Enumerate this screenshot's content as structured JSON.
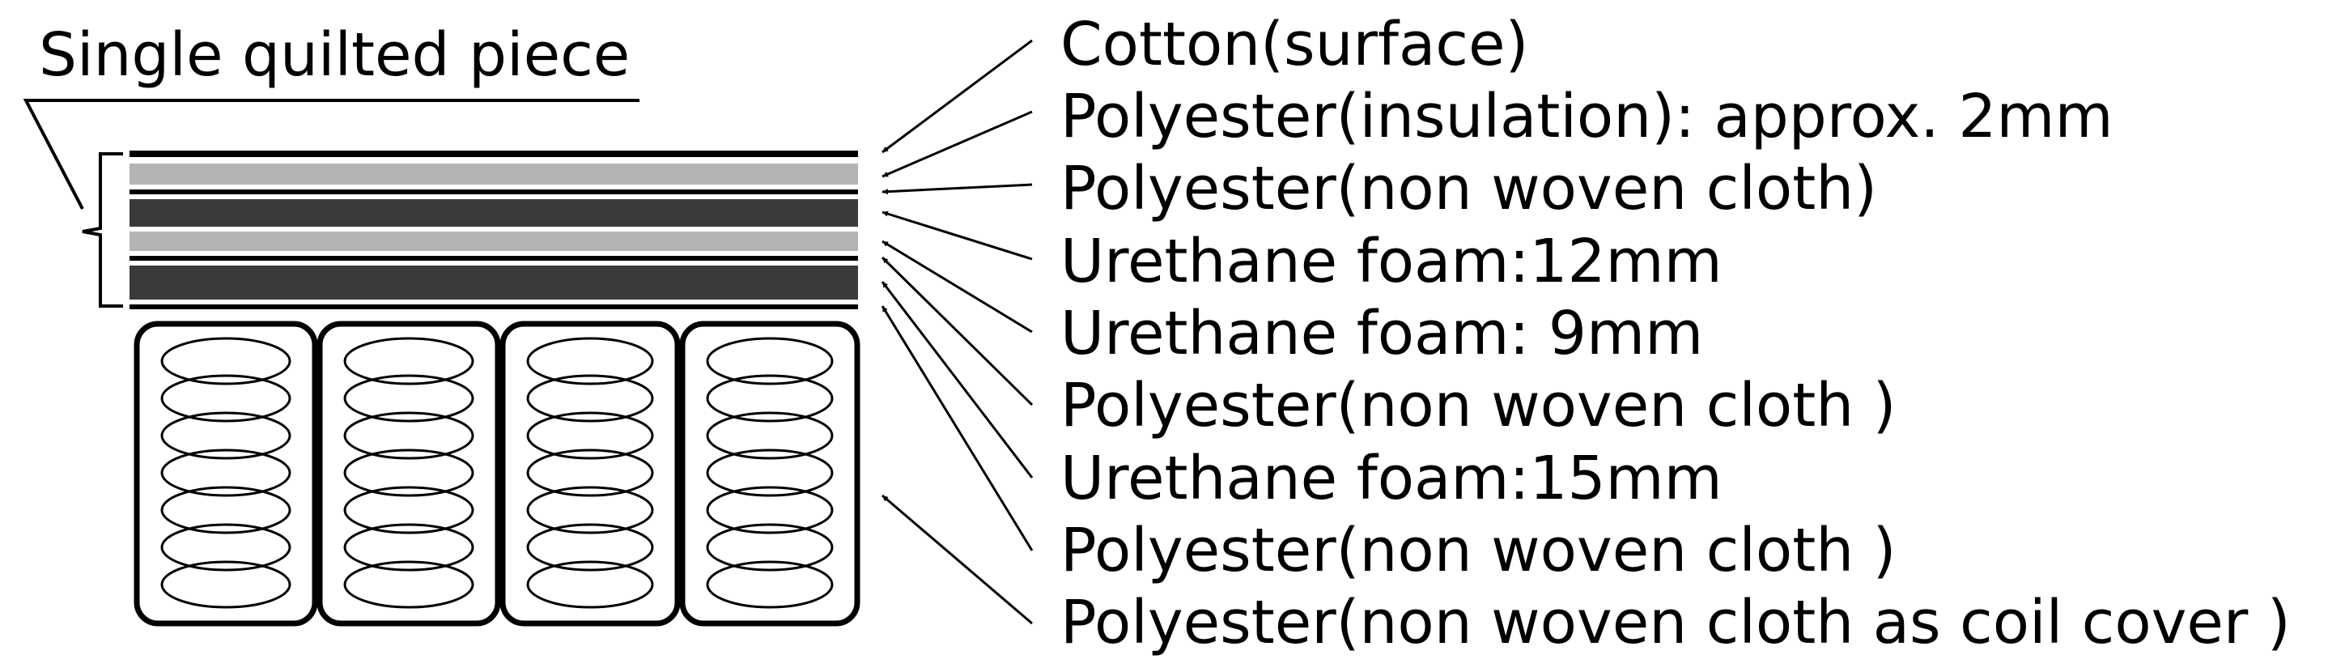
{
  "title": "Single quilted piece",
  "labels": [
    "Cotton(surface)",
    "Polyester(insulation): approx. 2mm",
    "Polyester(non woven cloth)",
    "Urethane foam:12mm",
    "Urethane foam: 9mm",
    "Polyester(non woven cloth )",
    "Urethane foam:15mm",
    "Polyester(non woven cloth )",
    "Polyester(non woven cloth as coil cover )"
  ],
  "colors": {
    "ink": "#000000",
    "dark_layer": "#3a3a3a",
    "light_layer": "#b4b4b4",
    "background": "#ffffff"
  }
}
